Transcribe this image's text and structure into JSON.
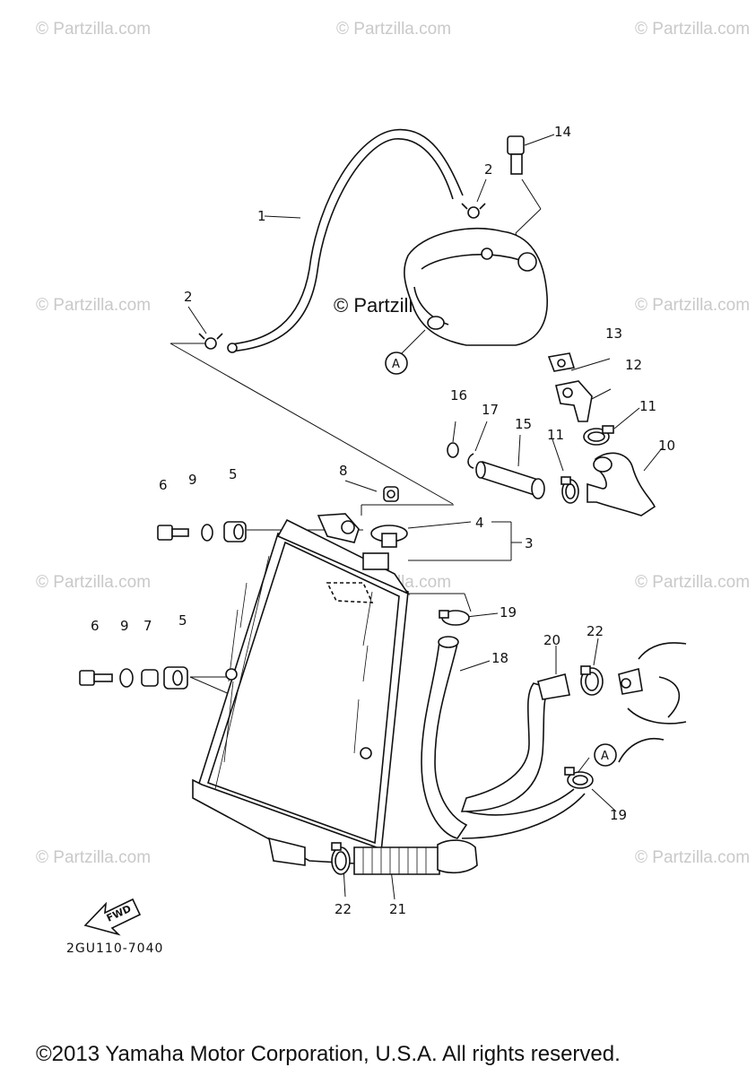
{
  "watermarks": {
    "text": "© Partzilla.com",
    "main": "© Partzilla.com"
  },
  "callouts": {
    "p1": "1",
    "p2_top": "2",
    "p2_left": "2",
    "p3": "3",
    "p4": "4",
    "p5_top": "5",
    "p5_bottom": "5",
    "p6_top": "6",
    "p6_bottom": "6",
    "p7": "7",
    "p8": "8",
    "p9_top": "9",
    "p9_bottom": "9",
    "p10": "10",
    "p11_right": "11",
    "p11_left": "11",
    "p12": "12",
    "p13": "13",
    "p14": "14",
    "p15": "15",
    "p16": "16",
    "p17": "17",
    "p18": "18",
    "p19_top": "19",
    "p19_bottom": "19",
    "p20": "20",
    "p21": "21",
    "p22_top": "22",
    "p22_bottom": "22",
    "ref_a1": "A",
    "ref_a2": "A"
  },
  "fwd_label": "FWD",
  "diagram_code": "2GU110-7040",
  "copyright": "©2013 Yamaha Motor Corporation, U.S.A. All rights reserved."
}
